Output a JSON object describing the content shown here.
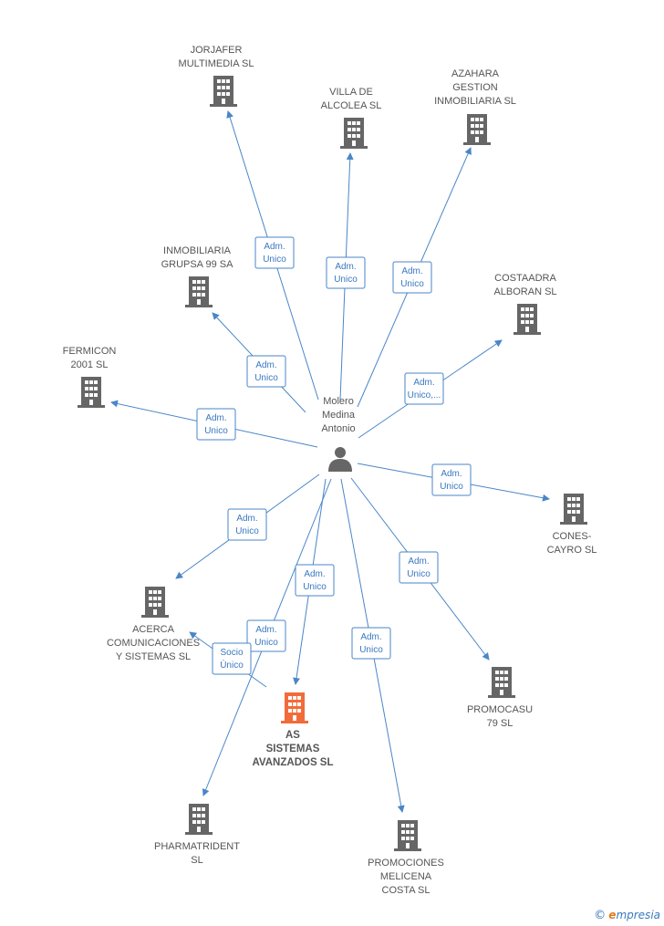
{
  "colors": {
    "edge": "#4a86c8",
    "company": "#666666",
    "focus_company": "#f26b3a",
    "person": "#666666"
  },
  "center_person": {
    "icon": "person-icon",
    "name_lines": [
      "Molero",
      "Medina",
      "Antonio"
    ]
  },
  "companies": [
    {
      "id": "jorjafer",
      "lines": [
        "JORJAFER",
        "MULTIMEDIA SL"
      ],
      "icon": "building-icon"
    },
    {
      "id": "villa",
      "lines": [
        "VILLA DE",
        "ALCOLEA SL"
      ],
      "icon": "building-icon"
    },
    {
      "id": "azahara",
      "lines": [
        "AZAHARA",
        "GESTION",
        "INMOBILIARIA SL"
      ],
      "icon": "building-icon"
    },
    {
      "id": "grupsa",
      "lines": [
        "INMOBILIARIA",
        "GRUPSA 99 SA"
      ],
      "icon": "building-icon"
    },
    {
      "id": "costaadra",
      "lines": [
        "COSTAADRA",
        "ALBORAN SL"
      ],
      "icon": "building-icon"
    },
    {
      "id": "fermicon",
      "lines": [
        "FERMICON",
        "2001 SL"
      ],
      "icon": "building-icon"
    },
    {
      "id": "cones",
      "lines": [
        "CONES-",
        "CAYRO SL"
      ],
      "icon": "building-icon"
    },
    {
      "id": "acerca",
      "lines": [
        "ACERCA",
        "COMUNICACIONES",
        "Y SISTEMAS SL"
      ],
      "icon": "building-icon"
    },
    {
      "id": "as",
      "lines": [
        "AS",
        "SISTEMAS",
        "AVANZADOS SL"
      ],
      "icon": "building-icon",
      "focus": true
    },
    {
      "id": "promocasu",
      "lines": [
        "PROMOCASU",
        "79 SL"
      ],
      "icon": "building-icon"
    },
    {
      "id": "pharma",
      "lines": [
        "PHARMATRIDENT",
        "SL"
      ],
      "icon": "building-icon"
    },
    {
      "id": "melicena",
      "lines": [
        "PROMOCIONES",
        "MELICENA",
        "COSTA SL"
      ],
      "icon": "building-icon"
    }
  ],
  "relations": [
    {
      "from": "person",
      "to": "jorjafer",
      "lines": [
        "Adm.",
        "Unico"
      ]
    },
    {
      "from": "person",
      "to": "villa",
      "lines": [
        "Adm.",
        "Unico"
      ]
    },
    {
      "from": "person",
      "to": "azahara",
      "lines": [
        "Adm.",
        "Unico"
      ]
    },
    {
      "from": "person",
      "to": "grupsa",
      "lines": [
        "Adm.",
        "Unico"
      ]
    },
    {
      "from": "person",
      "to": "costaadra",
      "lines": [
        "Adm.",
        "Unico,..."
      ]
    },
    {
      "from": "person",
      "to": "fermicon",
      "lines": [
        "Adm.",
        "Unico"
      ]
    },
    {
      "from": "person",
      "to": "cones",
      "lines": [
        "Adm.",
        "Unico"
      ]
    },
    {
      "from": "person",
      "to": "acerca",
      "lines": [
        "Adm.",
        "Unico"
      ]
    },
    {
      "from": "person",
      "to": "as",
      "lines": [
        "Adm.",
        "Unico"
      ]
    },
    {
      "from": "person",
      "to": "promocasu",
      "lines": [
        "Adm.",
        "Unico"
      ]
    },
    {
      "from": "person",
      "to": "pharma",
      "lines": [
        "Adm.",
        "Unico"
      ]
    },
    {
      "from": "person",
      "to": "melicena",
      "lines": [
        "Adm.",
        "Unico"
      ]
    },
    {
      "from": "as",
      "to": "acerca",
      "lines": [
        "Socio",
        "Único"
      ]
    }
  ],
  "brand": {
    "copyright": "©",
    "first_letter": "e",
    "rest": "mpresia"
  }
}
